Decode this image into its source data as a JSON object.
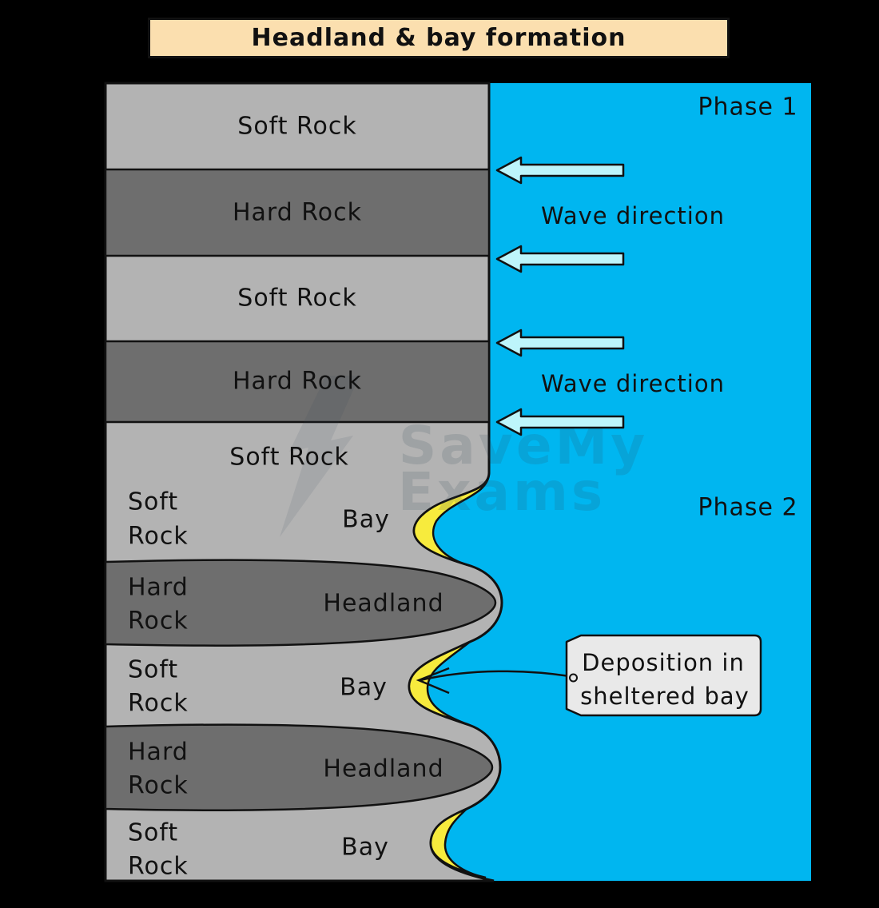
{
  "title": "Headland & bay formation",
  "phase1": {
    "label": "Phase 1",
    "layers": [
      "Soft Rock",
      "Hard Rock",
      "Soft Rock",
      "Hard Rock",
      "Soft Rock"
    ],
    "wave_direction_label": "Wave direction"
  },
  "phase2": {
    "label": "Phase 2",
    "bands": [
      {
        "rock_line1": "Soft",
        "rock_line2": "Rock",
        "feature": "Bay"
      },
      {
        "rock_line1": "Hard",
        "rock_line2": "Rock",
        "feature": "Headland"
      },
      {
        "rock_line1": "Soft",
        "rock_line2": "Rock",
        "feature": "Bay"
      },
      {
        "rock_line1": "Hard",
        "rock_line2": "Rock",
        "feature": "Headland"
      },
      {
        "rock_line1": "Soft",
        "rock_line2": "Rock",
        "feature": "Bay"
      }
    ],
    "annotation": {
      "line1": "Deposition in",
      "line2": "sheltered bay"
    }
  },
  "watermark": {
    "line1": "SaveMy",
    "line2": "Exams"
  },
  "colors": {
    "background": "#000000",
    "sea": "#00B6F0",
    "soft_rock": "#B3B3B3",
    "hard_rock": "#6E6E6E",
    "beach_sand": "#F7EB3D",
    "wave_arrow": "#BDF5FB",
    "title_bg": "#FBDFAF",
    "tag_bg": "#E9E9E9",
    "outline": "#111111"
  }
}
